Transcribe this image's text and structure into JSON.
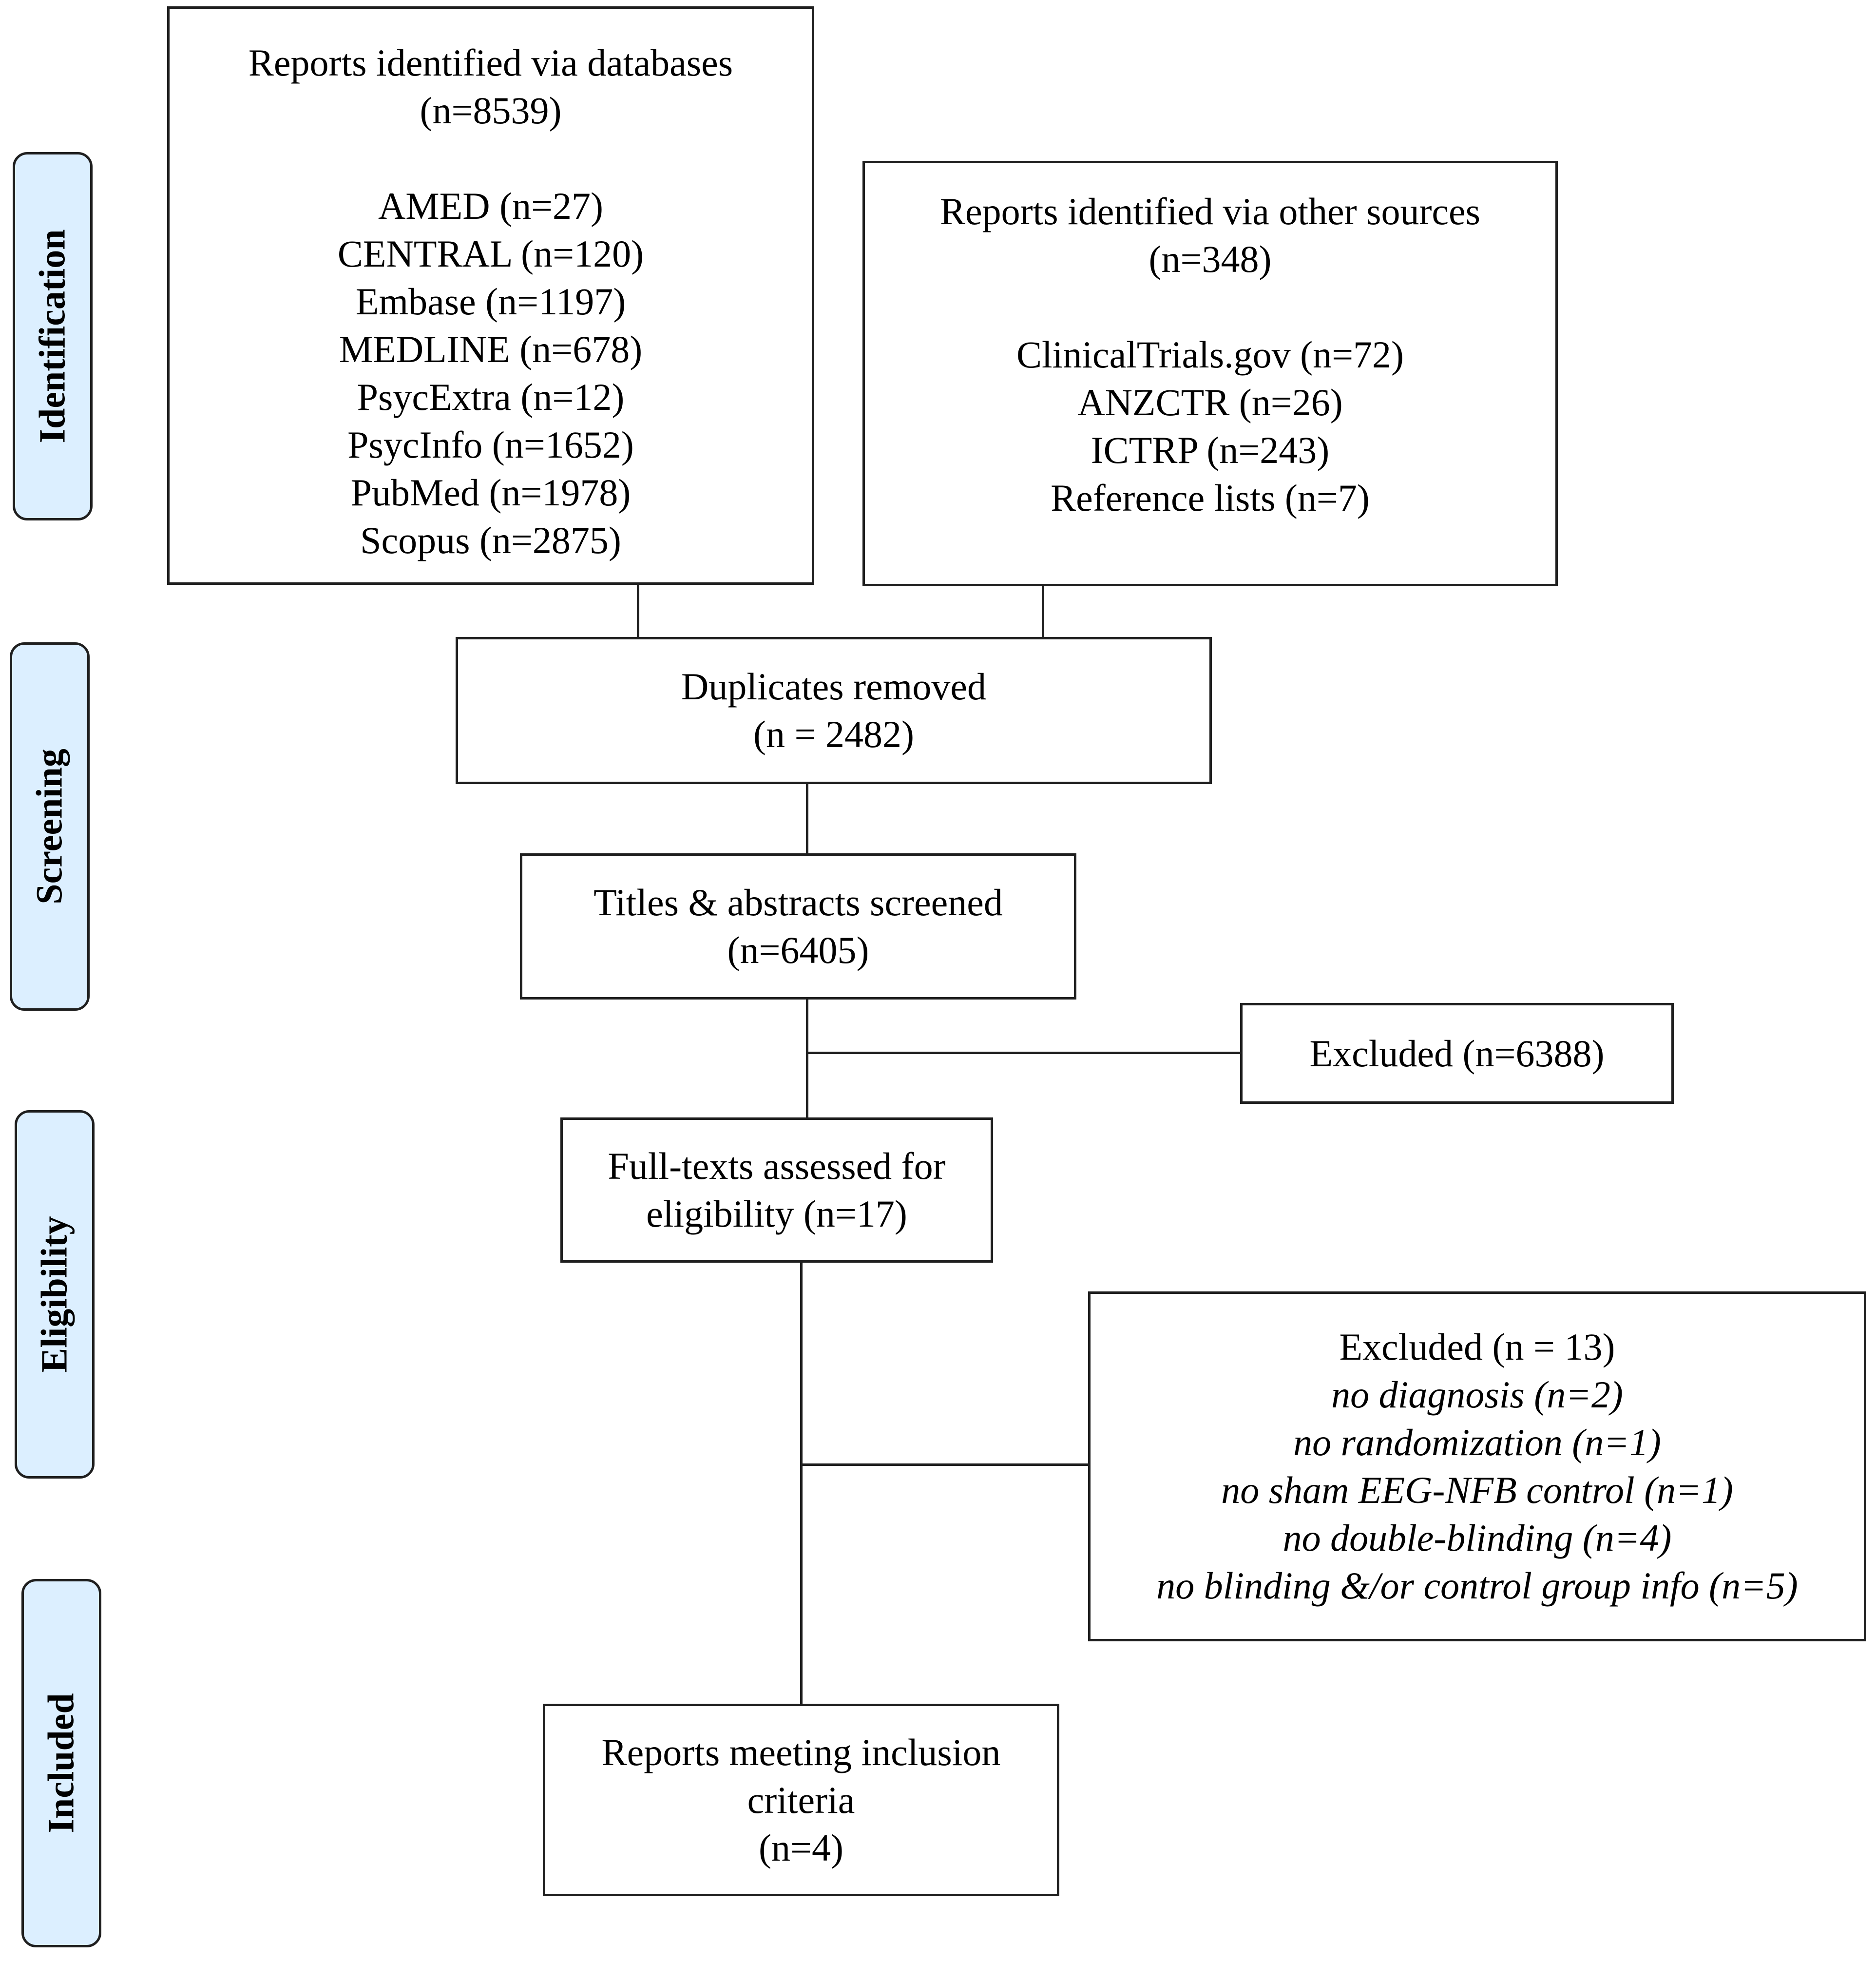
{
  "stages": [
    "Identification",
    "Screening",
    "Eligibility",
    "Included"
  ],
  "databases": {
    "title": "Reports identified via databases",
    "count": "(n=8539)",
    "items": [
      "AMED (n=27)",
      "CENTRAL (n=120)",
      "Embase (n=1197)",
      "MEDLINE (n=678)",
      "PsycExtra (n=12)",
      "PsycInfo (n=1652)",
      "PubMed (n=1978)",
      "Scopus (n=2875)"
    ]
  },
  "other_sources": {
    "title": "Reports identified via other sources",
    "count": "(n=348)",
    "items": [
      "ClinicalTrials.gov (n=72)",
      "ANZCTR (n=26)",
      "ICTRP (n=243)",
      "Reference lists (n=7)"
    ]
  },
  "duplicates": {
    "line1": "Duplicates removed",
    "line2": "(n = 2482)"
  },
  "screened": {
    "line1": "Titles & abstracts screened",
    "line2": "(n=6405)"
  },
  "excluded_screening": {
    "label": "Excluded (n=6388)"
  },
  "fulltext": {
    "line1": "Full-texts assessed for",
    "line2": "eligibility (n=17)"
  },
  "excluded_fulltext": {
    "title": "Excluded (n = 13)",
    "reasons": [
      "no diagnosis (n=2)",
      "no randomization (n=1)",
      "no sham EEG-NFB control (n=1)",
      "no double-blinding (n=4)",
      "no blinding &/or control group info (n=5)"
    ]
  },
  "included": {
    "line1": "Reports meeting inclusion",
    "line2": "criteria",
    "line3": "(n=4)"
  }
}
